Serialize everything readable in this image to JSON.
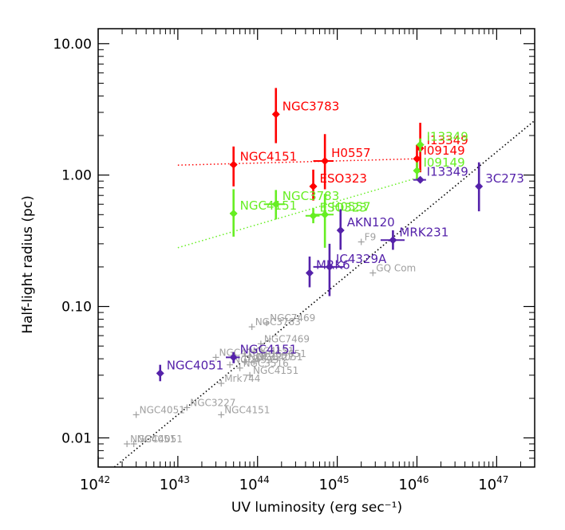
{
  "chart_data": {
    "type": "scatter",
    "xlabel": "UV luminosity (erg sec⁻¹)",
    "ylabel": "Half-light radius (pc)",
    "xscale": "log",
    "yscale": "log",
    "xlim": [
      1e+42,
      3e+47
    ],
    "ylim": [
      0.006,
      13
    ],
    "x_ticks": [
      {
        "value": 1e+42,
        "mantissa": "10",
        "exp": "42"
      },
      {
        "value": 1e+43,
        "mantissa": "10",
        "exp": "43"
      },
      {
        "value": 1e+44,
        "mantissa": "10",
        "exp": "44"
      },
      {
        "value": 1e+45,
        "mantissa": "10",
        "exp": "45"
      },
      {
        "value": 1e+46,
        "mantissa": "10",
        "exp": "46"
      },
      {
        "value": 1e+47,
        "mantissa": "10",
        "exp": "47"
      }
    ],
    "y_ticks": [
      {
        "value": 0.01,
        "label": "0.01"
      },
      {
        "value": 0.1,
        "label": "0.10"
      },
      {
        "value": 1,
        "label": "1.00"
      },
      {
        "value": 10,
        "label": "10.00"
      }
    ],
    "colors": {
      "red": "#ff0000",
      "green": "#66ee22",
      "purple": "#5522aa",
      "gray": "#a0a0a0",
      "axis": "#000000"
    },
    "series": [
      {
        "color_key": "red",
        "fit": {
          "x": [
            1e+43,
            1e+46
          ],
          "y": [
            1.19,
            1.33
          ]
        },
        "points": [
          {
            "label": "NGC3783",
            "x": 1.7e+44,
            "y": 2.9,
            "yerr": [
              1.75,
              4.6
            ],
            "xerr": [
              1.6e+44,
              1.8e+44
            ]
          },
          {
            "label": "NGC4151",
            "x": 5e+43,
            "y": 1.2,
            "yerr": [
              0.82,
              1.65
            ],
            "xerr": [
              4.5e+43,
              5.5e+43
            ]
          },
          {
            "label": "H0557",
            "x": 7e+44,
            "y": 1.28,
            "yerr": [
              0.78,
              2.05
            ],
            "xerr": [
              5e+44,
              9e+44
            ]
          },
          {
            "label": "ESO323",
            "x": 5e+44,
            "y": 0.82,
            "yerr": [
              0.64,
              1.1
            ],
            "xerr": [
              4.5e+44,
              5.5e+44
            ]
          },
          {
            "label": "I13349",
            "x": 1.1e+46,
            "y": 1.6,
            "yerr": [
              1.05,
              2.5
            ],
            "xerr": [
              1e+46,
              1.2e+46
            ]
          },
          {
            "label": "I09149",
            "x": 1e+46,
            "y": 1.33,
            "yerr": [
              1.1,
              1.7
            ],
            "xerr": [
              9.5e+45,
              1.05e+46
            ]
          }
        ]
      },
      {
        "color_key": "green",
        "fit": {
          "x": [
            1e+43,
            1e+46
          ],
          "y": [
            0.28,
            0.95
          ]
        },
        "points": [
          {
            "label": "NGC4151",
            "x": 5e+43,
            "y": 0.51,
            "yerr": [
              0.34,
              0.78
            ],
            "xerr": [
              4.5e+43,
              5.5e+43
            ]
          },
          {
            "label": "NGC3783",
            "x": 1.7e+44,
            "y": 0.6,
            "yerr": [
              0.46,
              0.77
            ],
            "xerr": [
              1.2e+44,
              2.2e+44
            ]
          },
          {
            "label": "ESO323",
            "x": 5e+44,
            "y": 0.49,
            "yerr": [
              0.43,
              0.56
            ],
            "xerr": [
              4e+44,
              6e+44
            ]
          },
          {
            "label": "H0557",
            "x": 7e+44,
            "y": 0.5,
            "yerr": [
              0.28,
              0.72
            ],
            "xerr": [
              5e+44,
              9e+44
            ]
          },
          {
            "label": "I13349",
            "x": 1.1e+46,
            "y": 1.7,
            "yerr": [
              1.5,
              1.9
            ],
            "xerr": [
              1e+46,
              1.2e+46
            ]
          },
          {
            "label": "I09149",
            "x": 1e+46,
            "y": 1.08,
            "yerr": [
              0.92,
              1.25
            ],
            "xerr": [
              9.5e+45,
              1.05e+46
            ]
          }
        ]
      },
      {
        "color_key": "purple",
        "points": [
          {
            "label": "3C273",
            "x": 6e+46,
            "y": 0.82,
            "yerr": [
              0.53,
              1.25
            ],
            "xerr": [
              5.8e+46,
              6.2e+46
            ]
          },
          {
            "label": "I13349",
            "x": 1.1e+46,
            "y": 0.92,
            "yerr": [
              0.9,
              0.95
            ],
            "xerr": [
              9e+45,
              1.3e+46
            ]
          },
          {
            "label": "AKN120",
            "x": 1.1e+45,
            "y": 0.38,
            "yerr": [
              0.27,
              0.55
            ],
            "xerr": [
              1.05e+45,
              1.15e+45
            ]
          },
          {
            "label": "MRK231",
            "x": 5e+45,
            "y": 0.32,
            "yerr": [
              0.27,
              0.38
            ],
            "xerr": [
              3.5e+45,
              7e+45
            ]
          },
          {
            "label": "IC4329A",
            "x": 8e+44,
            "y": 0.2,
            "yerr": [
              0.12,
              0.3
            ],
            "xerr": [
              5e+44,
              1.2e+45
            ]
          },
          {
            "label": "MRK6",
            "x": 4.5e+44,
            "y": 0.18,
            "yerr": [
              0.14,
              0.24
            ],
            "xerr": [
              4.3e+44,
              4.7e+44
            ]
          },
          {
            "label": "NGC4151",
            "x": 5e+43,
            "y": 0.041,
            "yerr": [
              0.037,
              0.045
            ],
            "xerr": [
              4e+43,
              6e+43
            ]
          },
          {
            "label": "NGC4051",
            "x": 6e+42,
            "y": 0.031,
            "yerr": [
              0.027,
              0.036
            ],
            "xerr": [
              5.7e+42,
              6.3e+42
            ]
          }
        ]
      },
      {
        "color_key": "gray",
        "points": [
          {
            "label": "NGC3783",
            "x": 8.5e+43,
            "y": 0.07
          },
          {
            "label": "NGC7469",
            "x": 1.3e+44,
            "y": 0.075
          },
          {
            "label": "NGC7469",
            "x": 1.1e+44,
            "y": 0.052
          },
          {
            "label": "NGC4151",
            "x": 3e+43,
            "y": 0.041
          },
          {
            "label": "NGC4151",
            "x": 7e+43,
            "y": 0.042
          },
          {
            "label": "NGC3227",
            "x": 7e+43,
            "y": 0.038
          },
          {
            "label": "NGC4593",
            "x": 4.5e+43,
            "y": 0.036
          },
          {
            "label": "NGC3516",
            "x": 6e+43,
            "y": 0.034
          },
          {
            "label": "NGC4051",
            "x": 9e+43,
            "y": 0.038
          },
          {
            "label": "NGC4051",
            "x": 1e+44,
            "y": 0.04
          },
          {
            "label": "NGC4151",
            "x": 8e+43,
            "y": 0.03
          },
          {
            "label": "Mrk744",
            "x": 3.5e+43,
            "y": 0.026
          },
          {
            "label": "NGC4051",
            "x": 3e+42,
            "y": 0.015
          },
          {
            "label": "NGC3227",
            "x": 1.3e+43,
            "y": 0.017
          },
          {
            "label": "NGC4151",
            "x": 3.5e+43,
            "y": 0.015
          },
          {
            "label": "NGC4051",
            "x": 2.3e+42,
            "y": 0.009
          },
          {
            "label": "NGC4051",
            "x": 2.8e+42,
            "y": 0.009
          },
          {
            "label": "F9",
            "x": 2e+45,
            "y": 0.31
          },
          {
            "label": "GQ Com",
            "x": 2.8e+45,
            "y": 0.18
          }
        ]
      }
    ],
    "reference_line": {
      "x": [
        1.6e+42,
        3e+47
      ],
      "y": [
        0.006,
        2.6
      ]
    }
  }
}
